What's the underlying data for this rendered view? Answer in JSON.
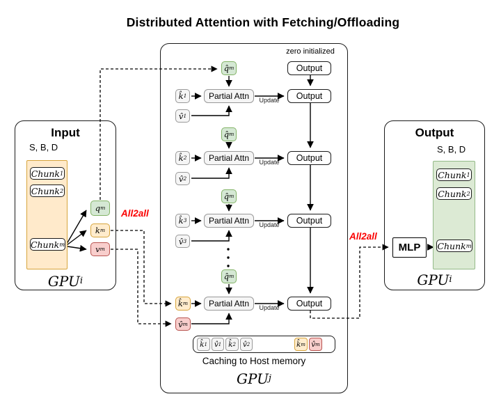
{
  "title": "Distributed Attention with Fetching/Offloading",
  "colors": {
    "green_fill": "#d5e8d4",
    "green_border": "#82b366",
    "yellow_fill": "#ffeccd",
    "yellow_border": "#d7a43b",
    "pink_fill": "#f8cecc",
    "pink_border": "#b85450",
    "gray_fill": "#f5f5f5",
    "gray_border": "#999999",
    "all2all_red": "#fa0000"
  },
  "left_panel": {
    "title": "Input",
    "dims_label": "S, B, D",
    "chunks": [
      "Chunk_1",
      "Chunk_2",
      "Chunk_m"
    ],
    "q_label": "q_m",
    "k_label": "k_m",
    "v_label": "v_m",
    "gpu_label": "GPU_i"
  },
  "middle_panel": {
    "zero_init_label": "zero initialized",
    "output_label": "Output",
    "partial_attn_label": "Partial Attn",
    "update_label": "Update",
    "rows": [
      {
        "q": "q̂_m",
        "k": "k̂_1",
        "v": "v̂_1"
      },
      {
        "q": "q̂_m",
        "k": "k̂_2",
        "v": "v̂_2"
      },
      {
        "q": "q̂_m",
        "k": "k̂_3",
        "v": "v̂_3"
      },
      {
        "q": "q̂_m",
        "k": "k̂_m",
        "v": "v̂_m"
      }
    ],
    "cache_items": [
      "k̂_1",
      "v̂_1",
      "k̂_2",
      "v̂_2",
      "k̂_m",
      "v̂_m"
    ],
    "cache_label": "Caching to Host memory",
    "gpu_label": "GPU_j"
  },
  "right_panel": {
    "title": "Output",
    "dims_label": "S, B, D",
    "chunks": [
      "Chunk_1",
      "Chunk_2",
      "Chunk_m"
    ],
    "mlp_label": "MLP",
    "gpu_label": "GPU_i"
  },
  "all2all_left": "All2all",
  "all2all_right": "All2all"
}
